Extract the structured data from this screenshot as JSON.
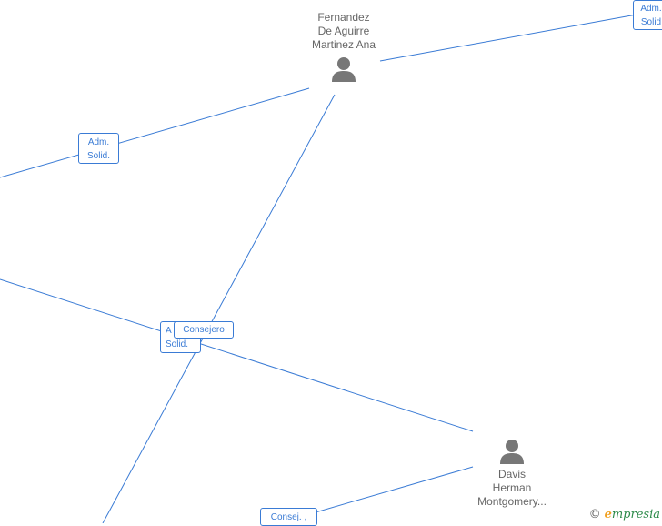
{
  "colors": {
    "edge": "#3a7bd5",
    "node_icon": "#777777",
    "label_text": "#666666"
  },
  "people": [
    {
      "id": "fernandez",
      "name": "Fernandez\nDe Aguirre\nMartinez Ana",
      "icon": "person-icon"
    },
    {
      "id": "davis",
      "name": "Davis\nHerman\nMontgomery...",
      "icon": "person-icon"
    }
  ],
  "roles": {
    "adm_top_right": "Adm.\nSolid",
    "adm_left": "Adm.\nSolid.",
    "adm_center": "A\nSolid.",
    "consejero": "Consejero",
    "consej_bottom": "Consej. ,"
  },
  "watermark": {
    "copyright": "©",
    "brand_initial": "e",
    "brand_rest": "mpresia"
  }
}
